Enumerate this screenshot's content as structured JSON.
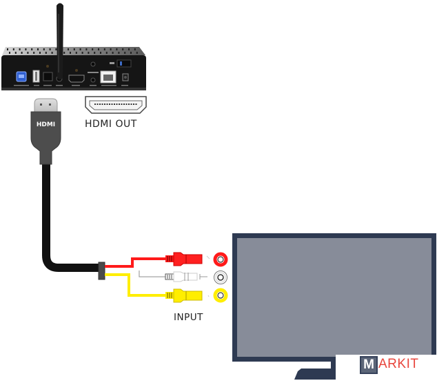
{
  "diagram": {
    "title": "HDMI to RCA connection",
    "labels": {
      "hdmi_out": "HDMI OUT",
      "input": "INPUT",
      "hdmi_plug_text": "HDMI"
    },
    "devices": {
      "media_box": {
        "name": "Media box (rear panel)",
        "color": "#1a1a1a"
      },
      "tv": {
        "name": "Television",
        "frame_color": "#2e3a52",
        "screen_color": "#878c99"
      }
    },
    "rca_cables": [
      {
        "name": "audio-right",
        "color": "#ff1a1a"
      },
      {
        "name": "audio-left",
        "color": "#ffffff"
      },
      {
        "name": "video",
        "color": "#ffee00"
      }
    ],
    "watermark": {
      "logo_letter": "M",
      "text": "ARKIT"
    }
  }
}
